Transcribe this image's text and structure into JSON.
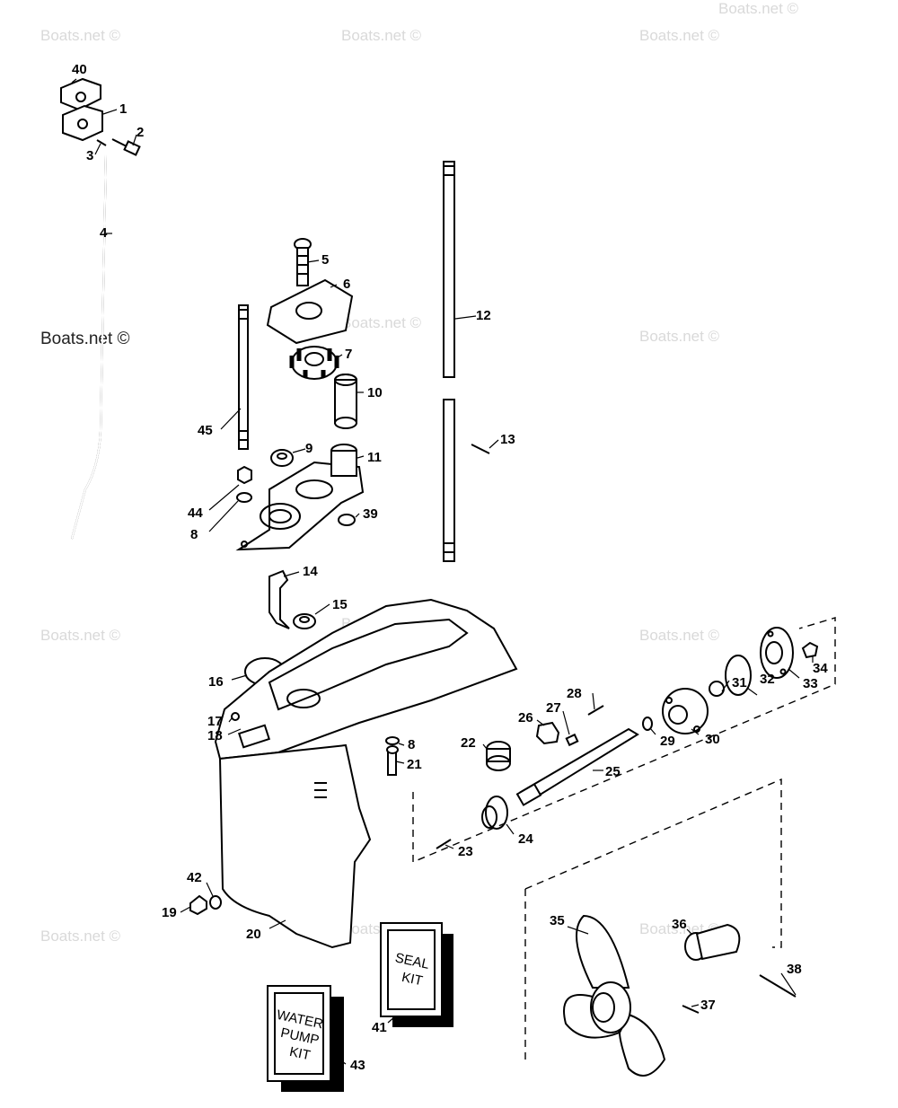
{
  "watermarks": [
    "Boats.net ©",
    "Boats.net ©",
    "Boats.net ©",
    "Boats.net ©",
    "Boats.net ©",
    "Boats.net ©",
    "Boats.net ©",
    "Boats.net ©",
    "Boats.net ©",
    "Boats.net ©",
    "Boats.net ©",
    "Boats.net ©",
    "Boats.net ©"
  ],
  "kits": {
    "seal_line1": "SEAL",
    "seal_line2": "KIT",
    "water_line1": "WATER",
    "water_line2": "PUMP",
    "water_line3": "KIT"
  },
  "callouts": [
    "40",
    "1",
    "2",
    "3",
    "4",
    "5",
    "6",
    "7",
    "45",
    "10",
    "9",
    "11",
    "44",
    "39",
    "8",
    "12",
    "13",
    "14",
    "15",
    "16",
    "17",
    "18",
    "8",
    "21",
    "22",
    "26",
    "27",
    "28",
    "29",
    "30",
    "31",
    "32",
    "33",
    "34",
    "25",
    "24",
    "23",
    "42",
    "19",
    "20",
    "35",
    "36",
    "38",
    "37",
    "41",
    "43"
  ]
}
